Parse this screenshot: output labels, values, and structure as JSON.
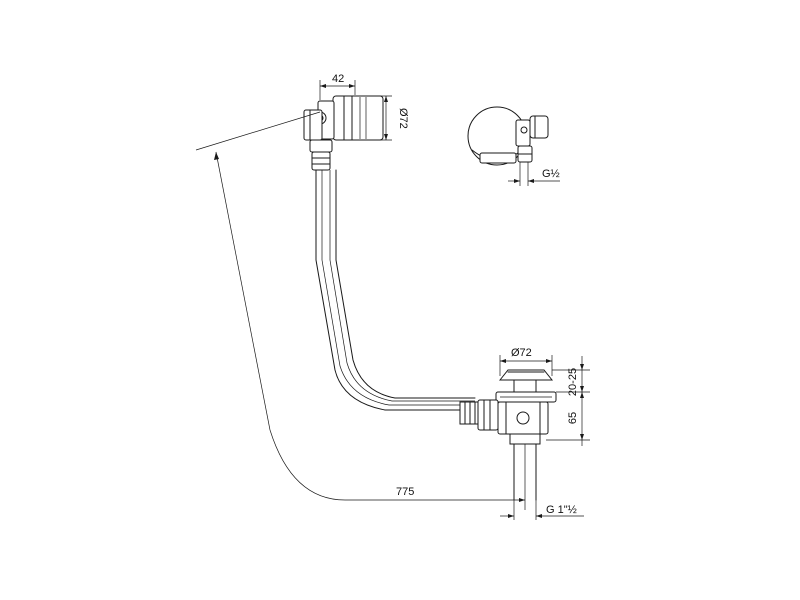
{
  "dimensions": {
    "top_width": "42",
    "top_diameter": "Ø72",
    "side_thread": "G½",
    "drain_diameter": "Ø72",
    "drain_height_range": "20-25",
    "drain_height": "65",
    "length": "775",
    "outlet_thread": "G 1\"½"
  },
  "colors": {
    "line": "#1a1a1a",
    "background": "#ffffff"
  }
}
